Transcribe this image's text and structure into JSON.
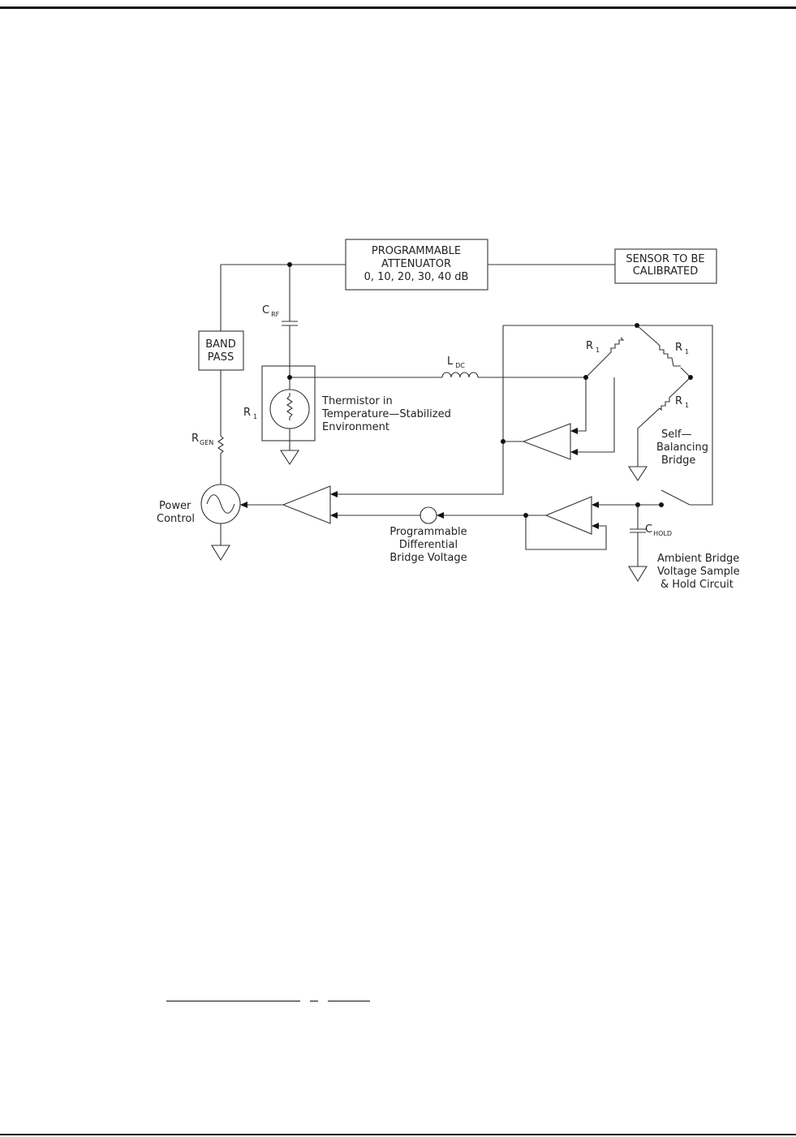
{
  "diagram": {
    "attenuator": [
      "PROGRAMMABLE",
      "ATTENUATOR",
      "0, 10, 20, 30, 40 dB"
    ],
    "sensor": [
      "SENSOR TO BE",
      "CALIBRATED"
    ],
    "bandpass": [
      "BAND",
      "PASS"
    ],
    "c_rf": {
      "main": "C",
      "sub": "RF"
    },
    "l_dc": {
      "main": "L",
      "sub": "DC"
    },
    "r_gen": {
      "main": "R",
      "sub": "GEN"
    },
    "c_hold": {
      "main": "C",
      "sub": "HOLD"
    },
    "r1": {
      "main": "R",
      "sub": "1"
    },
    "thermistor": [
      "Thermistor in",
      "Temperature—Stabilized",
      "Environment"
    ],
    "bridge": [
      "Self—",
      "Balancing",
      "Bridge"
    ],
    "power_control": [
      "Power",
      "Control"
    ],
    "differential": [
      "Programmable",
      "Differential",
      "Bridge Voltage"
    ],
    "sample_hold": [
      "Ambient Bridge",
      "Voltage Sample",
      "& Hold Circuit"
    ]
  }
}
